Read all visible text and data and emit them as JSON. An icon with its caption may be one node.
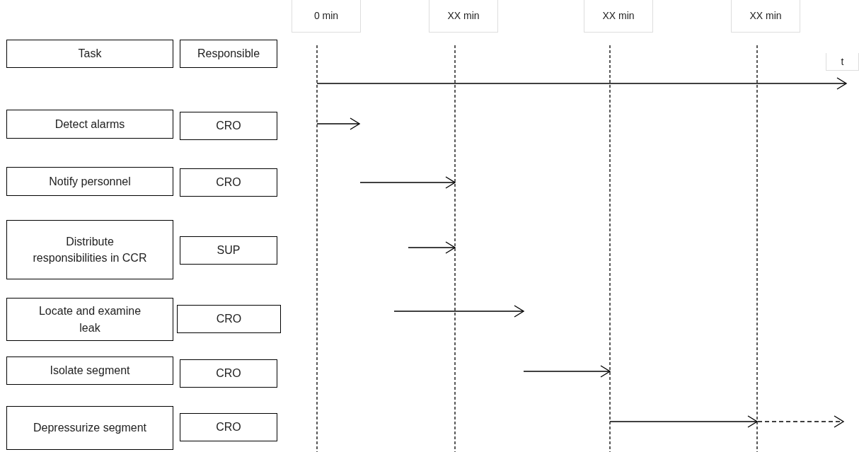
{
  "diagram": {
    "nodes": [
      {
        "text": [
          "0 min"
        ]
      },
      {
        "text": [
          "XX min"
        ]
      },
      {
        "text": [
          "XX min"
        ]
      },
      {
        "text": [
          "XX min"
        ]
      },
      {
        "text": [
          "Task"
        ]
      },
      {
        "text": [
          "Responsible"
        ]
      },
      {
        "text": [
          "t"
        ]
      },
      {
        "text": [
          "Detect alarms"
        ]
      },
      {
        "text": [
          "CRO"
        ]
      },
      {
        "text": [
          "Notify personnel"
        ]
      },
      {
        "text": [
          "CRO"
        ]
      },
      {
        "text": [
          "Distribute responsibilities in CCR"
        ]
      },
      {
        "text": [
          "SUP"
        ]
      },
      {
        "text": [
          "Locate and examine leak"
        ]
      },
      {
        "text": [
          "CRO"
        ]
      },
      {
        "text": [
          "Isolate segment"
        ]
      },
      {
        "text": [
          "CRO"
        ]
      },
      {
        "text": [
          "Depressurize segment"
        ]
      },
      {
        "text": [
          "CRO"
        ]
      }
    ]
  }
}
